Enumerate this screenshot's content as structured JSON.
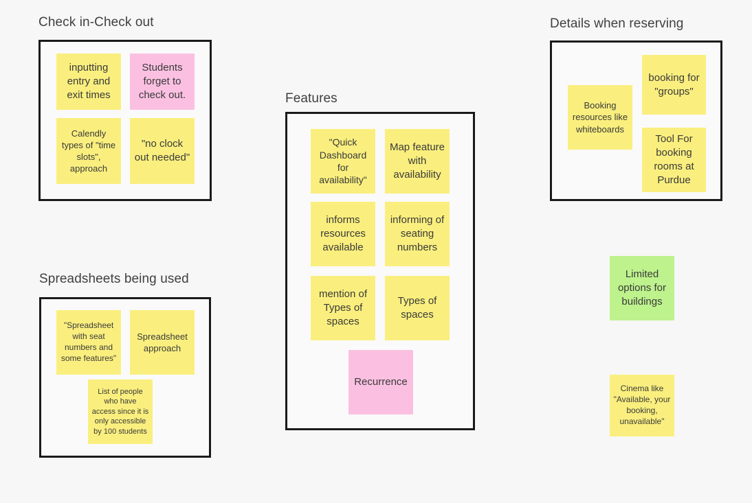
{
  "board": {
    "background_color": "#f7f7f7",
    "note_colors": {
      "yellow": "#faef7e",
      "pink": "#fbc0e1",
      "green": "#bdf28c"
    },
    "frame_border_color": "#1a1a1a",
    "frame_fill_color": "#fafafa"
  },
  "groups": [
    {
      "title": "Check in-Check out",
      "notes": [
        {
          "text": "inputting entry and exit times",
          "color": "yellow"
        },
        {
          "text": "Students forget to check out.",
          "color": "pink"
        },
        {
          "text": "Calendly types of \"time slots\", approach",
          "color": "yellow"
        },
        {
          "text": "\"no clock out needed\"",
          "color": "yellow"
        }
      ]
    },
    {
      "title": "Spreadsheets being used",
      "notes": [
        {
          "text": "\"Spreadsheet with seat numbers and some features\"",
          "color": "yellow"
        },
        {
          "text": "Spreadsheet approach",
          "color": "yellow"
        },
        {
          "text": "List of people who have access since it is only accessible by 100 students",
          "color": "yellow"
        }
      ]
    },
    {
      "title": "Features",
      "notes": [
        {
          "text": "\"Quick Dashboard for availability\"",
          "color": "yellow"
        },
        {
          "text": "Map feature with availability",
          "color": "yellow"
        },
        {
          "text": "informs resources available",
          "color": "yellow"
        },
        {
          "text": "informing of seating numbers",
          "color": "yellow"
        },
        {
          "text": "mention of Types of spaces",
          "color": "yellow"
        },
        {
          "text": "Types of spaces",
          "color": "yellow"
        },
        {
          "text": "Recurrence",
          "color": "pink"
        }
      ]
    },
    {
      "title": "Details when reserving",
      "notes": [
        {
          "text": "Booking resources like whiteboards",
          "color": "yellow"
        },
        {
          "text": "booking for \"groups\"",
          "color": "yellow"
        },
        {
          "text": "Tool For booking rooms at Purdue",
          "color": "yellow"
        }
      ]
    }
  ],
  "loose_notes": [
    {
      "text": "Limited options for buildings",
      "color": "green"
    },
    {
      "text": "Cinema like \"Available, your booking, unavailable\"",
      "color": "yellow"
    }
  ]
}
